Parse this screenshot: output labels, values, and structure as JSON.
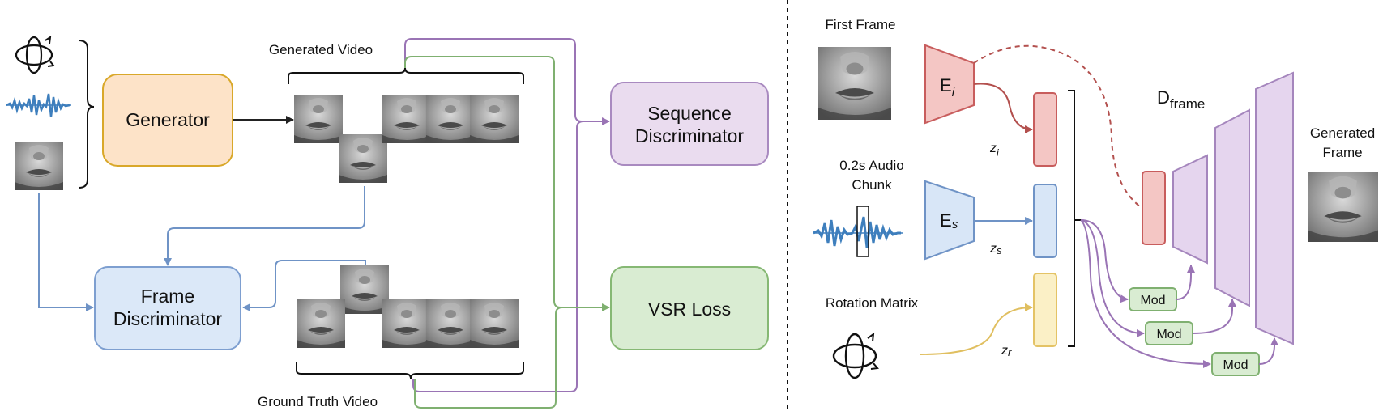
{
  "left_panel": {
    "generator_label": "Generator",
    "generated_video_label": "Generated  Video",
    "sequence_discriminator_label": [
      "Sequence",
      "Discriminator"
    ],
    "frame_discriminator_label": [
      "Frame",
      "Discriminator"
    ],
    "vsr_loss_label": "VSR  Loss",
    "ground_truth_video_label": "Ground Truth Video"
  },
  "right_panel": {
    "first_frame_label": "First Frame",
    "audio_chunk_label": [
      "0.2s Audio",
      "Chunk"
    ],
    "rotation_matrix_label": "Rotation Matrix",
    "encoder_image": {
      "base": "E",
      "sub": "i"
    },
    "encoder_audio": {
      "base": "E",
      "sub": "s"
    },
    "latent_image": {
      "base": "z",
      "sub": "i"
    },
    "latent_audio": {
      "base": "z",
      "sub": "s"
    },
    "latent_rotation": {
      "base": "z",
      "sub": "r"
    },
    "frame_decoder": {
      "base": "D",
      "sub": "frame"
    },
    "mod_labels": [
      "Mod",
      "Mod",
      "Mod"
    ],
    "generated_frame_label": [
      "Generated",
      "Frame"
    ]
  },
  "colors": {
    "generator_fill": "#fde3c8",
    "generator_stroke": "#d9a82a",
    "sequence_fill": "#eadcef",
    "sequence_stroke": "#a98ac0",
    "frame_disc_fill": "#dbe8f8",
    "frame_disc_stroke": "#7e9fd0",
    "vsr_fill": "#d9ecd2",
    "vsr_stroke": "#86b874",
    "encoder_image_fill": "#f4c6c4",
    "encoder_image_stroke": "#c85d5d",
    "encoder_audio_fill": "#d8e6f7",
    "encoder_audio_stroke": "#6f93c6",
    "rotation_fill": "#fbf0c6",
    "rotation_stroke": "#e4c365",
    "decoder_fill": "#e5d5ee",
    "decoder_stroke": "#a586bd",
    "mod_fill": "#d9ecd2",
    "mod_stroke": "#7fb070",
    "arrow_black": "#222222",
    "arrow_blue": "#6f93c6",
    "arrow_purple": "#9a74b5",
    "arrow_green": "#7fb070",
    "arrow_red": "#b3504e",
    "arrow_yellow": "#e0bf60"
  },
  "icons": [
    "rotation-icon",
    "audio-waveform-icon",
    "face-mouth-image"
  ]
}
